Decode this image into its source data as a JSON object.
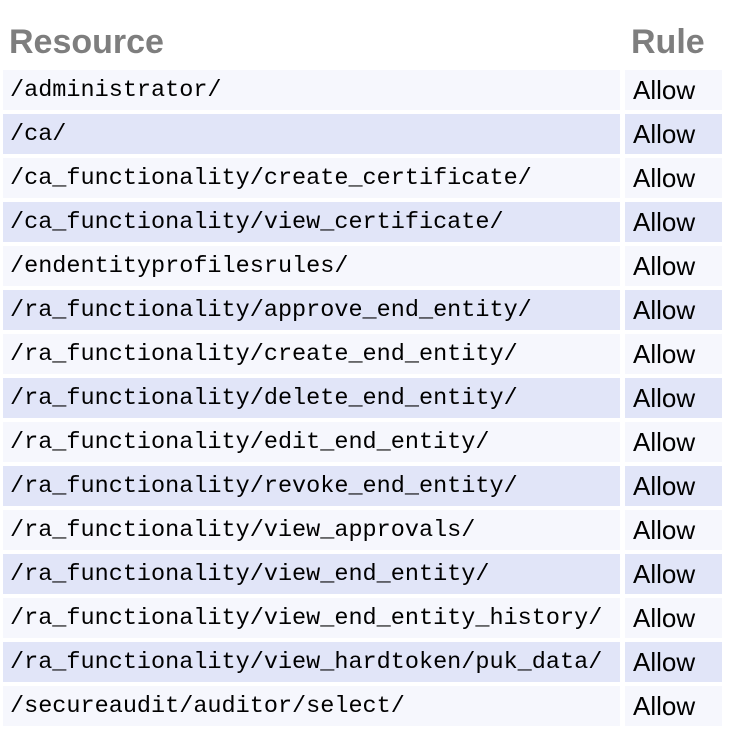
{
  "colors": {
    "row_light": "#f6f7fd",
    "row_dark": "#e1e5f8",
    "header_text": "#7e7e7e",
    "cell_text": "#000000",
    "page_bg": "#ffffff"
  },
  "table": {
    "columns": [
      "Resource",
      "Rule"
    ],
    "rows": [
      {
        "resource": "/administrator/",
        "rule": "Allow"
      },
      {
        "resource": "/ca/",
        "rule": "Allow"
      },
      {
        "resource": "/ca_functionality/create_certificate/",
        "rule": "Allow"
      },
      {
        "resource": "/ca_functionality/view_certificate/",
        "rule": "Allow"
      },
      {
        "resource": "/endentityprofilesrules/",
        "rule": "Allow"
      },
      {
        "resource": "/ra_functionality/approve_end_entity/",
        "rule": "Allow"
      },
      {
        "resource": "/ra_functionality/create_end_entity/",
        "rule": "Allow"
      },
      {
        "resource": "/ra_functionality/delete_end_entity/",
        "rule": "Allow"
      },
      {
        "resource": "/ra_functionality/edit_end_entity/",
        "rule": "Allow"
      },
      {
        "resource": "/ra_functionality/revoke_end_entity/",
        "rule": "Allow"
      },
      {
        "resource": "/ra_functionality/view_approvals/",
        "rule": "Allow"
      },
      {
        "resource": "/ra_functionality/view_end_entity/",
        "rule": "Allow"
      },
      {
        "resource": "/ra_functionality/view_end_entity_history/",
        "rule": "Allow"
      },
      {
        "resource": "/ra_functionality/view_hardtoken/puk_data/",
        "rule": "Allow"
      },
      {
        "resource": "/secureaudit/auditor/select/",
        "rule": "Allow"
      }
    ]
  }
}
